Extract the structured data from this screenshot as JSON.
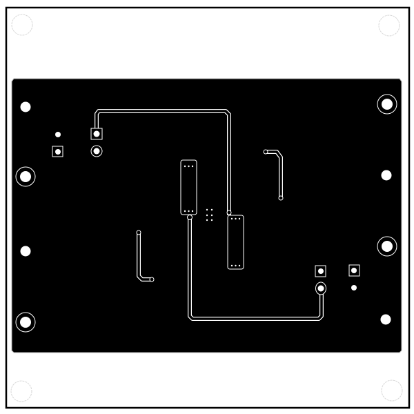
{
  "colors": {
    "background": "#ffffff",
    "copper_fill": "#000000",
    "clearance": "#ffffff",
    "outline": "#000000",
    "mounting_hole_outline": "#d8d8d8"
  },
  "layer": {
    "type": "pcb-copper-layer",
    "mounting_holes_outside_board": 4,
    "edge_holes": 8,
    "ic_footprints": 2,
    "connector_pads_square": 4,
    "traces": 4
  }
}
